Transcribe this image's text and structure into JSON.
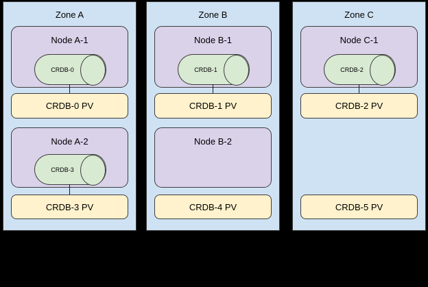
{
  "diagram": {
    "description": "Three-zone cluster diagram with nodes, CRDB pods and persistent volumes",
    "zones": [
      {
        "label": "Zone A",
        "node1": {
          "label": "Node A-1",
          "db": "CRDB-0"
        },
        "pv1": "CRDB-0 PV",
        "node2": {
          "label": "Node A-2",
          "db": "CRDB-3"
        },
        "pv2": "CRDB-3 PV"
      },
      {
        "label": "Zone B",
        "node1": {
          "label": "Node B-1",
          "db": "CRDB-1"
        },
        "pv1": "CRDB-1 PV",
        "node2": {
          "label": "Node B-2"
        },
        "pv2": "CRDB-4 PV"
      },
      {
        "label": "Zone C",
        "node1": {
          "label": "Node C-1",
          "db": "CRDB-2"
        },
        "pv1": "CRDB-2 PV",
        "pv2": "CRDB-5 PV"
      }
    ],
    "colors": {
      "background": "#000000",
      "zone_fill": "#cfe2f3",
      "node_fill": "#d9d2e9",
      "db_fill": "#d9ead3",
      "pv_fill": "#fff2cc",
      "border": "#3d3d3d"
    }
  }
}
